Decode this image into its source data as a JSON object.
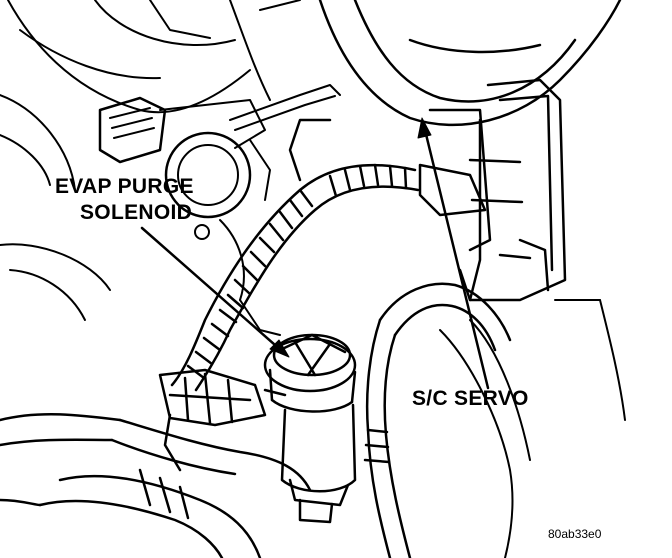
{
  "labels": {
    "evap_purge_solenoid": [
      "EVAP PURGE",
      "SOLENOID"
    ],
    "sc_servo": "S/C SERVO"
  },
  "figure_code": "80ab33e0",
  "colors": {
    "ink": "#000000",
    "paper": "#ffffff"
  }
}
